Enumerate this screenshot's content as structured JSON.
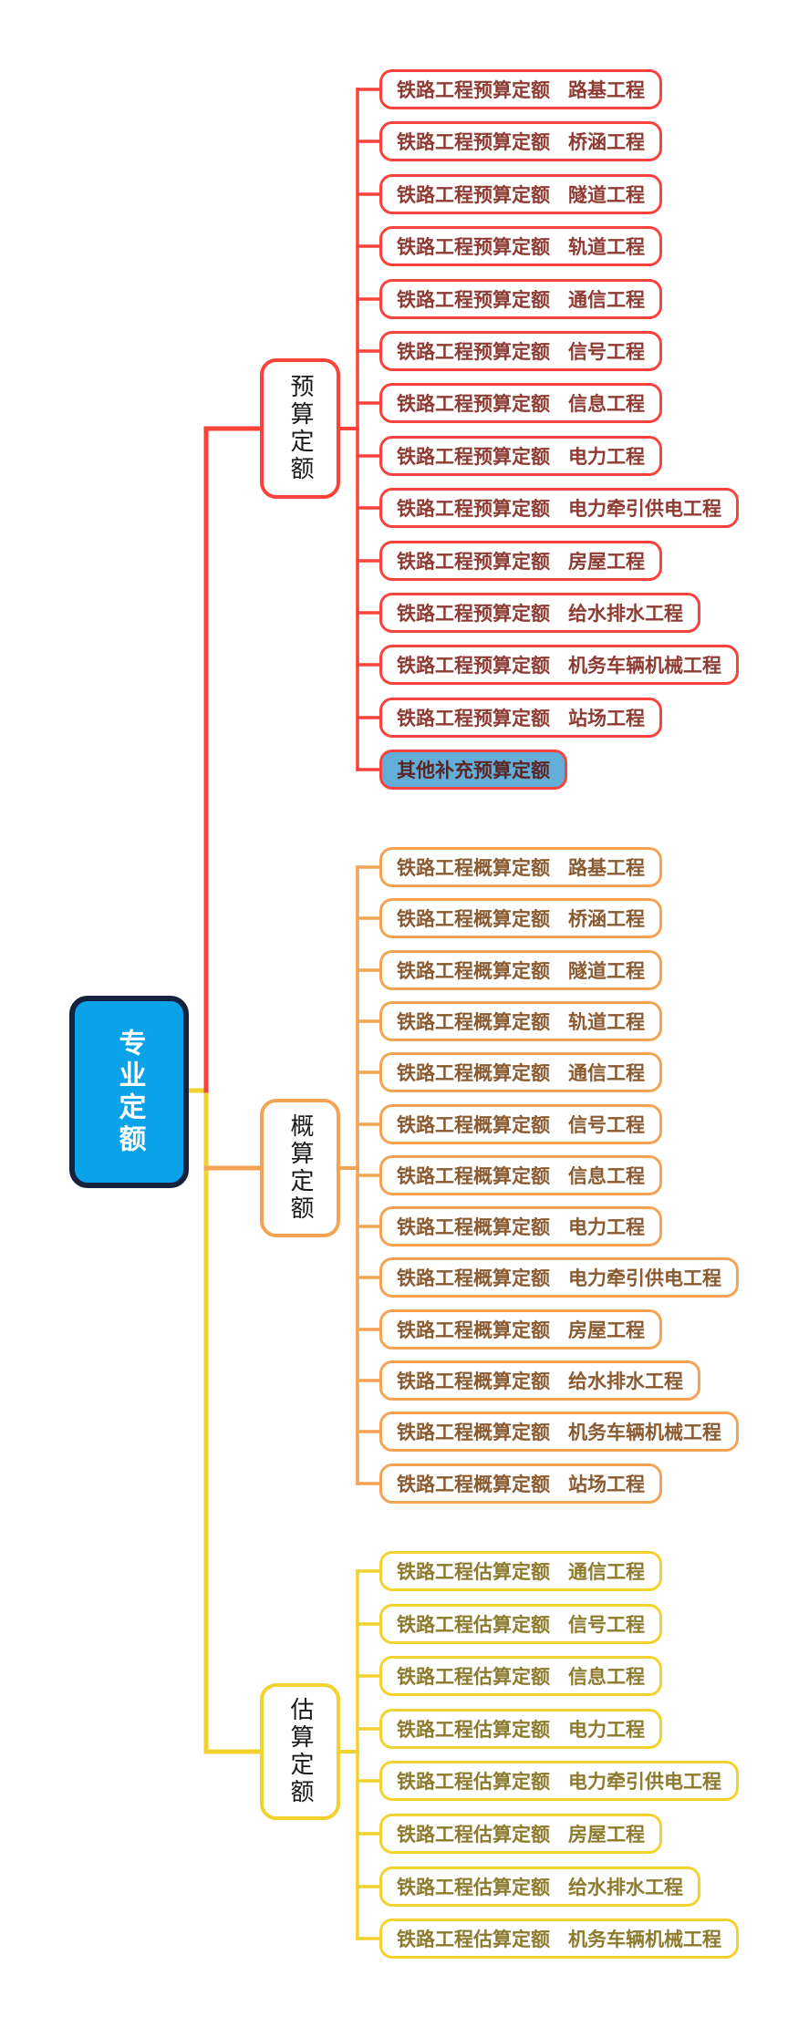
{
  "root": {
    "label": "专业定额",
    "fill": "#0AA2E8",
    "border_color": "#16213E",
    "text_color": "#FFFFFF"
  },
  "branches": [
    {
      "label": "预算定额",
      "color": "#F9423A",
      "leaf_text_color": "#8E3B33",
      "leaves": [
        {
          "label": "铁路工程预算定额",
          "category": "路基工程"
        },
        {
          "label": "铁路工程预算定额",
          "category": "桥涵工程"
        },
        {
          "label": "铁路工程预算定额",
          "category": "隧道工程"
        },
        {
          "label": "铁路工程预算定额",
          "category": "轨道工程"
        },
        {
          "label": "铁路工程预算定额",
          "category": "通信工程"
        },
        {
          "label": "铁路工程预算定额",
          "category": "信号工程"
        },
        {
          "label": "铁路工程预算定额",
          "category": "信息工程"
        },
        {
          "label": "铁路工程预算定额",
          "category": "电力工程"
        },
        {
          "label": "铁路工程预算定额",
          "category": "电力牵引供电工程"
        },
        {
          "label": "铁路工程预算定额",
          "category": "房屋工程"
        },
        {
          "label": "铁路工程预算定额",
          "category": "给水排水工程"
        },
        {
          "label": "铁路工程预算定额",
          "category": "机务车辆机械工程"
        },
        {
          "label": "铁路工程预算定额",
          "category": "站场工程"
        },
        {
          "label": "其他补充预算定额",
          "category": "",
          "special": true,
          "fill": "#62AED8",
          "text_color": "#5C2422"
        }
      ]
    },
    {
      "label": "概算定额",
      "color": "#F4A354",
      "leaf_text_color": "#8A5A30",
      "leaves": [
        {
          "label": "铁路工程概算定额",
          "category": "路基工程"
        },
        {
          "label": "铁路工程概算定额",
          "category": "桥涵工程"
        },
        {
          "label": "铁路工程概算定额",
          "category": "隧道工程"
        },
        {
          "label": "铁路工程概算定额",
          "category": "轨道工程"
        },
        {
          "label": "铁路工程概算定额",
          "category": "通信工程"
        },
        {
          "label": "铁路工程概算定额",
          "category": "信号工程"
        },
        {
          "label": "铁路工程概算定额",
          "category": "信息工程"
        },
        {
          "label": "铁路工程概算定额",
          "category": "电力工程"
        },
        {
          "label": "铁路工程概算定额",
          "category": "电力牵引供电工程"
        },
        {
          "label": "铁路工程概算定额",
          "category": "房屋工程"
        },
        {
          "label": "铁路工程概算定额",
          "category": "给水排水工程"
        },
        {
          "label": "铁路工程概算定额",
          "category": "机务车辆机械工程"
        },
        {
          "label": "铁路工程概算定额",
          "category": "站场工程"
        }
      ]
    },
    {
      "label": "估算定额",
      "color": "#F2D22E",
      "leaf_text_color": "#8D7B2D",
      "leaves": [
        {
          "label": "铁路工程估算定额",
          "category": "通信工程"
        },
        {
          "label": "铁路工程估算定额",
          "category": "信号工程"
        },
        {
          "label": "铁路工程估算定额",
          "category": "信息工程"
        },
        {
          "label": "铁路工程估算定额",
          "category": "电力工程"
        },
        {
          "label": "铁路工程估算定额",
          "category": "电力牵引供电工程"
        },
        {
          "label": "铁路工程估算定额",
          "category": "房屋工程"
        },
        {
          "label": "铁路工程估算定额",
          "category": "给水排水工程"
        },
        {
          "label": "铁路工程估算定额",
          "category": "机务车辆机械工程"
        }
      ]
    }
  ]
}
